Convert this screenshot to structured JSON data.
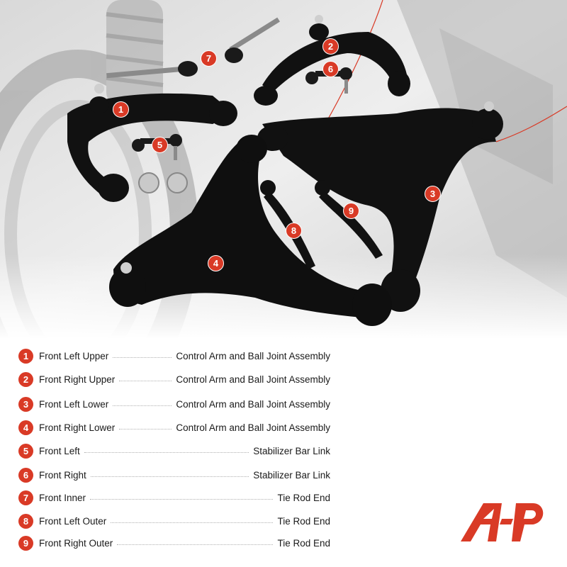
{
  "legend": [
    {
      "num": "1",
      "left": "Front Left Upper",
      "right": "Control Arm and Ball Joint Assembly"
    },
    {
      "num": "2",
      "left": "Front Right Upper",
      "right": "Control Arm and Ball Joint Assembly"
    },
    {
      "num": "3",
      "left": "Front Left Lower",
      "right": "Control Arm and Ball Joint Assembly"
    },
    {
      "num": "4",
      "left": "Front Right Lower",
      "right": "Control Arm and Ball Joint Assembly"
    },
    {
      "num": "5",
      "left": "Front Left",
      "right": "Stabilizer Bar Link"
    },
    {
      "num": "6",
      "left": "Front Right",
      "right": "Stabilizer Bar Link"
    },
    {
      "num": "7",
      "left": "Front Inner",
      "right": "Tie Rod End"
    },
    {
      "num": "8",
      "left": "Front Left Outer",
      "right": "Tie Rod End"
    },
    {
      "num": "9",
      "left": "Front Right Outer",
      "right": "Tie Rod End"
    }
  ],
  "callouts": [
    "1",
    "2",
    "3",
    "4",
    "5",
    "6",
    "7",
    "8",
    "9"
  ],
  "colors": {
    "accent": "#d93a26",
    "parts": "#111111"
  }
}
